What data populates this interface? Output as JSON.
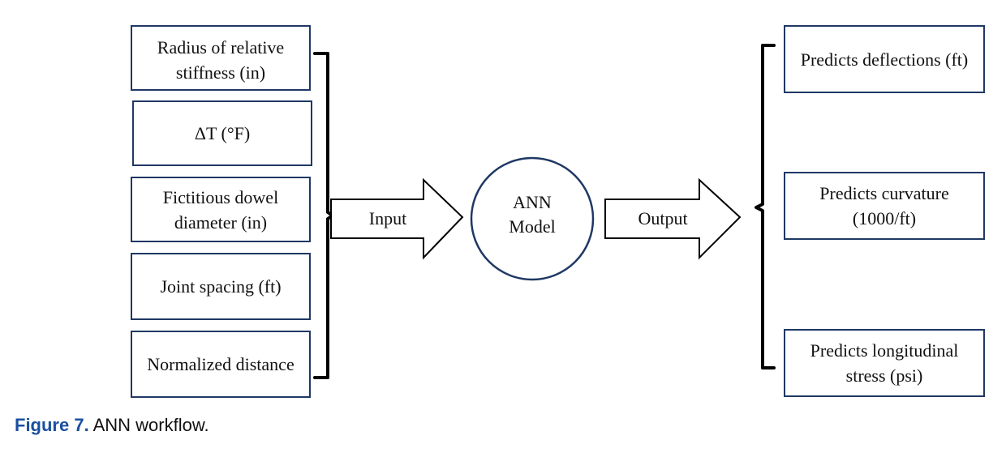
{
  "inputs": [
    {
      "text": "Radius of relative stiffness (in)"
    },
    {
      "text": "ΔT (°F)"
    },
    {
      "text": "Fictitious dowel diameter (in)"
    },
    {
      "text": "Joint spacing (ft)"
    },
    {
      "text": "Normalized distance"
    }
  ],
  "input_arrow_label": "Input",
  "model_label": "ANN Model",
  "output_arrow_label": "Output",
  "outputs": [
    {
      "text": "Predicts deflections (ft)"
    },
    {
      "text": "Predicts curvature (1000/ft)"
    },
    {
      "text": "Predicts longitudinal stress (psi)"
    }
  ],
  "caption": {
    "figure_label": "Figure 7.",
    "text": "ANN workflow."
  },
  "colors": {
    "box_border": "#1f3864",
    "line": "#000000",
    "figure_label": "#1a4fa0"
  }
}
